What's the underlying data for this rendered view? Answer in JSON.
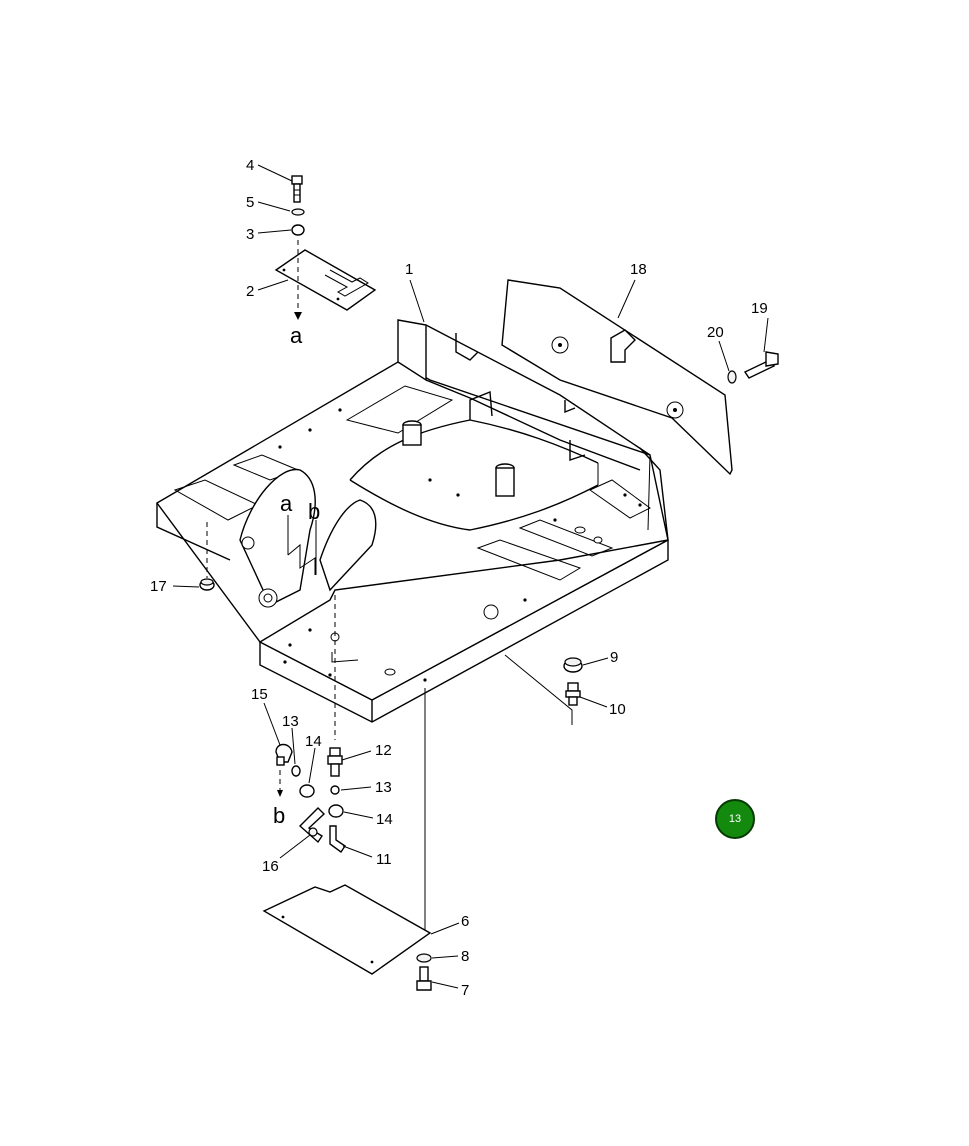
{
  "callouts": {
    "c1": "1",
    "c2": "2",
    "c3": "3",
    "c4": "4",
    "c5": "5",
    "c6": "6",
    "c7": "7",
    "c8": "8",
    "c9": "9",
    "c10": "10",
    "c11": "11",
    "c12": "12",
    "c13a": "13",
    "c13b": "13",
    "c14a": "14",
    "c14b": "14",
    "c15": "15",
    "c16": "16",
    "c17": "17",
    "c18": "18",
    "c19": "19",
    "c20": "20"
  },
  "ref_letters": {
    "a_top": "a",
    "a_frame": "a",
    "b_frame": "b",
    "b_bottom": "b"
  },
  "badge": {
    "label": "13",
    "color": "#138a0e"
  }
}
